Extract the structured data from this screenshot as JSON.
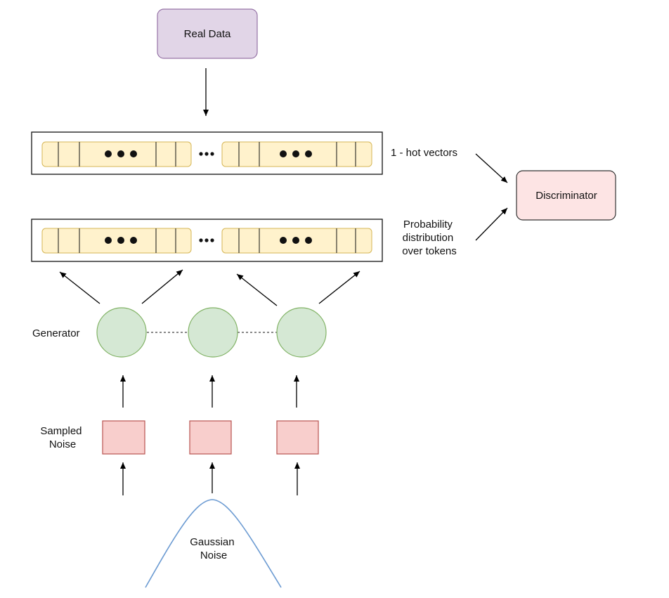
{
  "nodes": {
    "real_data": "Real Data",
    "discriminator": "Discriminator",
    "generator": "Generator",
    "sampled_noise": [
      "Sampled",
      "Noise"
    ],
    "gaussian_noise": [
      "Gaussian",
      "Noise"
    ],
    "one_hot": "1 - hot vectors",
    "probability": [
      "Probability",
      "distribution",
      "over tokens"
    ]
  },
  "colors": {
    "real_data_fill": "#e1d5e7",
    "real_data_stroke": "#9673a6",
    "discriminator_fill": "#fde4e4",
    "token_fill": "#fff2cc",
    "token_stroke": "#d6b656",
    "generator_fill": "#d5e8d4",
    "generator_stroke": "#82b366",
    "noise_fill": "#f8cecc",
    "noise_stroke": "#b85450",
    "gaussian_curve": "#6c9bd2"
  }
}
